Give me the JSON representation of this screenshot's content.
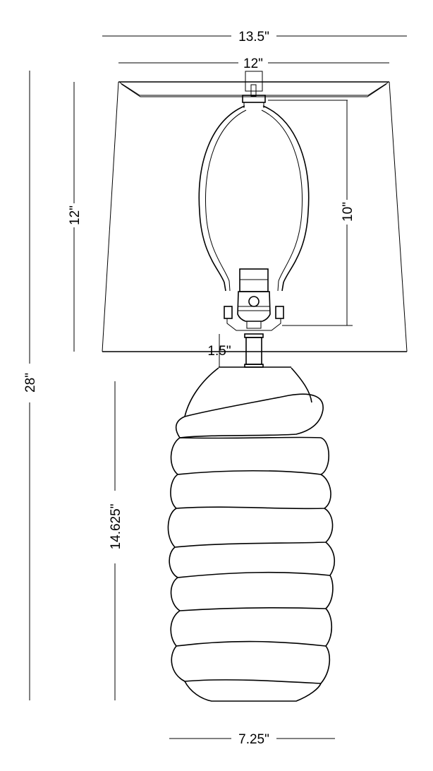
{
  "title": "Table lamp dimension drawing",
  "dimensions": {
    "shade_top_outer_width": "13.5\"",
    "shade_top_width": "12\"",
    "overall_height": "28\"",
    "shade_height": "12\"",
    "harp_height": "10\"",
    "neck_height": "1.5\"",
    "base_height": "14.625\"",
    "base_width": "7.25\""
  },
  "colors": {
    "line": "#000000",
    "background": "#ffffff"
  }
}
